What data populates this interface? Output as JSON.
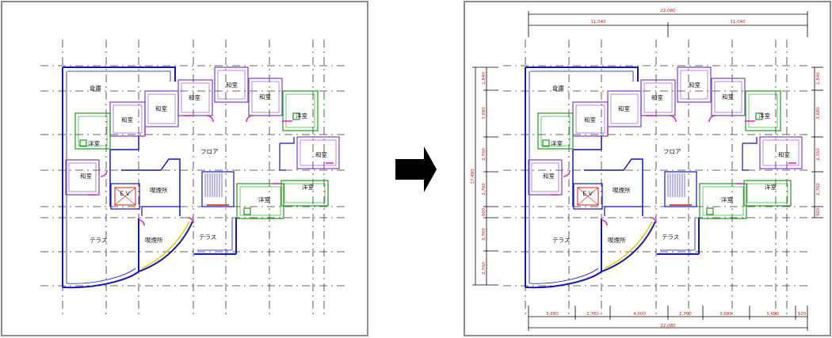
{
  "rooms": {
    "storage": "倉庫",
    "washitsu": "和室",
    "youshitsu": "洋室",
    "floor": "フロア",
    "ev": "ＥＶ",
    "smoke_room": "喫煙所",
    "terrace": "テラス"
  },
  "dimensions": {
    "top_total": "22,080",
    "top_segments": [
      "11,040",
      "11,040"
    ],
    "bottom_total": "22,080",
    "bottom_segments": [
      "3,680",
      "2,760",
      "4,600",
      "2,760",
      "3,680",
      "3,680",
      "920"
    ],
    "left_total": "17,480",
    "left_segments": [
      "1,840",
      "3,680",
      "2,760",
      "2,760",
      "920",
      "2,760",
      "2,760"
    ],
    "right_segments": [
      "1,840",
      "3,680",
      "2,760",
      "2,760",
      "920"
    ]
  },
  "colors": {
    "wall": "#1515b8",
    "grid": "#333333",
    "washitsu_wall": "#7a3fc2",
    "youshitsu_wall": "#1a9a1a",
    "door": "#e020c0",
    "stairs": "#d01818",
    "accent_yellow": "#d8d000",
    "dimension": "#d01818"
  }
}
